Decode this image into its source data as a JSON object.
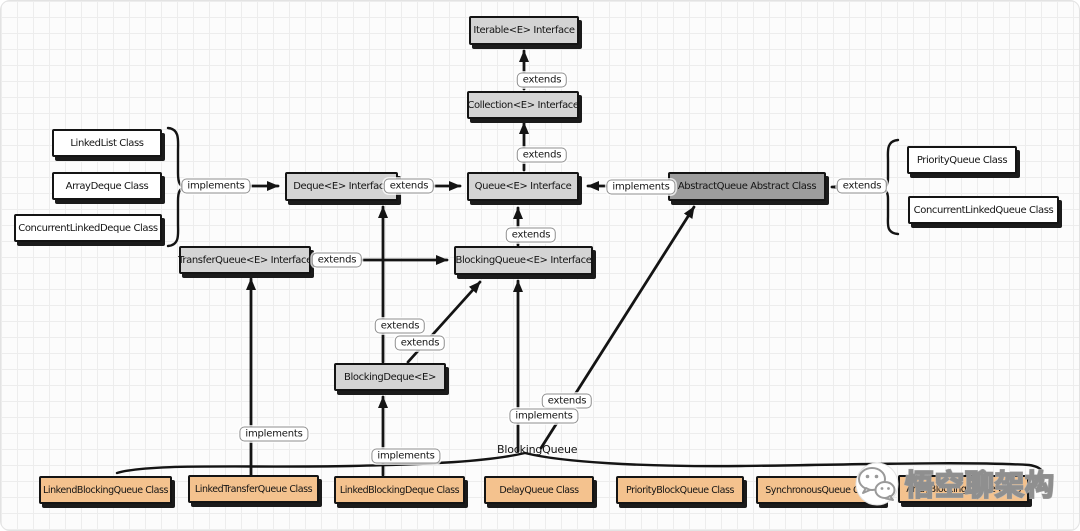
{
  "pills": {
    "extends": "extends",
    "implements": "implements"
  },
  "free_labels": {
    "blocking_queue": "BlockingQueue"
  },
  "nodes": {
    "iterable": {
      "label": "Iterable<E> Interface",
      "type": "interface"
    },
    "collection": {
      "label": "Collection<E> Interface",
      "type": "interface"
    },
    "deque": {
      "label": "Deque<E> Interface",
      "type": "interface"
    },
    "queue": {
      "label": "Queue<E> Interface",
      "type": "interface"
    },
    "abstract_queue": {
      "label": "AbstractQueue Abstract Class",
      "type": "abstract-class"
    },
    "linked_list": {
      "label": "LinkedList Class",
      "type": "class"
    },
    "array_deque": {
      "label": "ArrayDeque Class",
      "type": "class"
    },
    "concurrent_linked_deque": {
      "label": "ConcurrentLinkedDeque Class",
      "type": "class"
    },
    "priority_queue": {
      "label": "PriorityQueue Class",
      "type": "class"
    },
    "concurrent_linked_queue": {
      "label": "ConcurrentLinkedQueue Class",
      "type": "class"
    },
    "transfer_queue": {
      "label": "TransferQueue<E> Interface",
      "type": "interface"
    },
    "blocking_queue": {
      "label": "BlockingQueue<E> Interface",
      "type": "interface"
    },
    "blocking_deque": {
      "label": "BlockingDeque<E>",
      "type": "interface"
    },
    "linkend_blocking_queue": {
      "label": "LinkendBlockingQueue Class",
      "type": "impl-class"
    },
    "linked_transfer_queue": {
      "label": "LinkedTransferQueue Class",
      "type": "impl-class"
    },
    "linked_blocking_deque": {
      "label": "LinkedBlockingDeque Class",
      "type": "impl-class"
    },
    "delay_queue": {
      "label": "DelayQueue Class",
      "type": "impl-class"
    },
    "priority_block_queue": {
      "label": "PriorityBlockQueue Class",
      "type": "impl-class"
    },
    "synchronous_queue": {
      "label": "SynchronousQueue Class",
      "type": "impl-class"
    },
    "array_blocking_queue": {
      "label": "ArrayBlockingQueue Class",
      "type": "impl-class"
    }
  },
  "watermark": {
    "text": "悟空聊架构"
  },
  "colors": {
    "interface_fill": "#d4d4d4",
    "abstract_fill": "#9d9d9d",
    "class_fill": "#ffffff",
    "impl_fill": "#f4c28e",
    "stroke": "#141414",
    "grid": "#ededed",
    "watermark_gray": "#8f8f8f"
  }
}
